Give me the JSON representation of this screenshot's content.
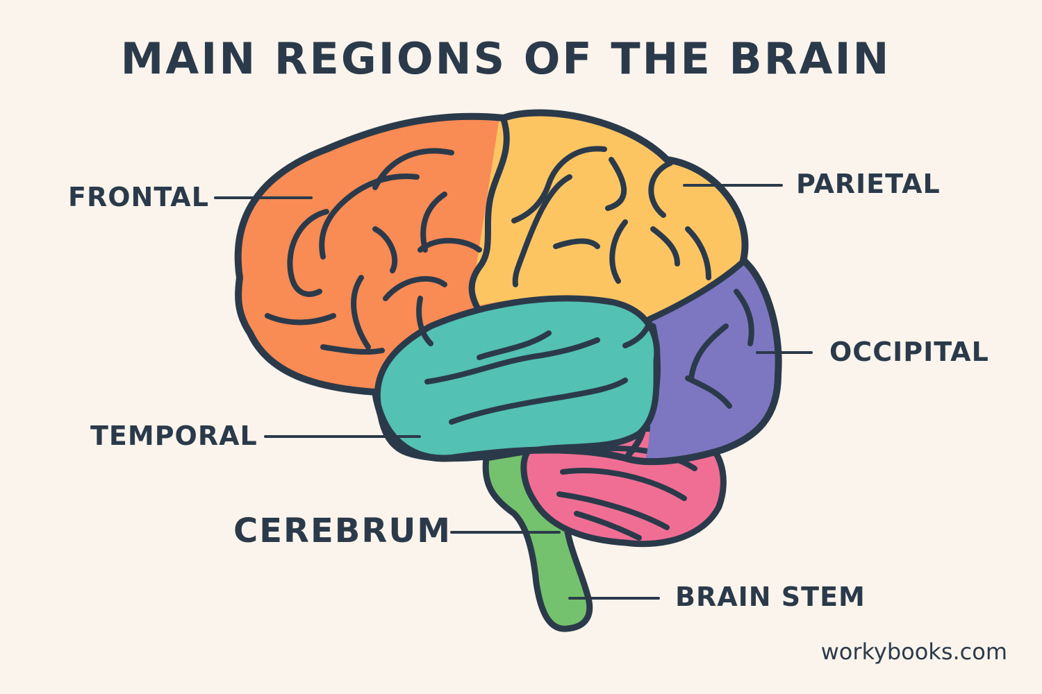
{
  "title": "MAIN REGIONS OF THE BRAIN",
  "labels": {
    "frontal": "FRONTAL",
    "parietal": "PARIETAL",
    "occipital": "OCCIPITAL",
    "temporal": "TEMPORAL",
    "cerebrum": "CEREBRUM",
    "brain_stem": "BRAIN STEM"
  },
  "watermark": "workybooks.com",
  "colors": {
    "background": "#faf4ec",
    "outline": "#2b3a4a",
    "frontal": "#f98b55",
    "parietal": "#fdc562",
    "occipital": "#7d77c2",
    "temporal": "#53c1b4",
    "cerebellum": "#f06e94",
    "brain_stem": "#74c26d"
  }
}
